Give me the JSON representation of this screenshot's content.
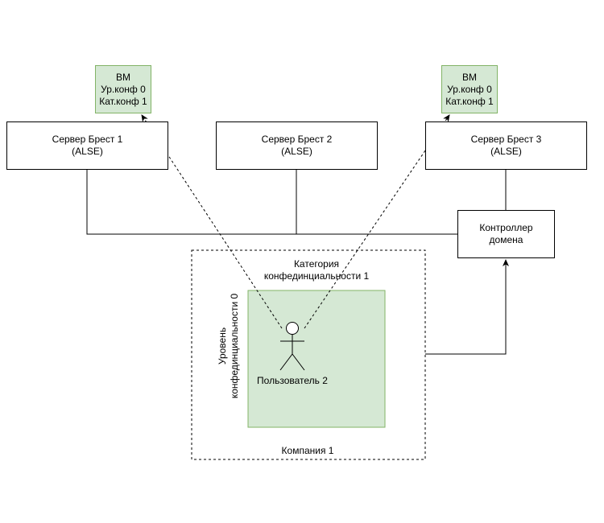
{
  "vms": [
    {
      "line1": "ВМ",
      "line2": "Ур.конф 0",
      "line3": "Кат.конф 1"
    },
    {
      "line1": "ВМ",
      "line2": "Ур.конф 0",
      "line3": "Кат.конф 1"
    }
  ],
  "servers": [
    {
      "name": "Сервер Брест 1",
      "os": "(ALSE)"
    },
    {
      "name": "Сервер Брест 2",
      "os": "(ALSE)"
    },
    {
      "name": "Сервер Брест 3",
      "os": "(ALSE)"
    }
  ],
  "controller": {
    "line1": "Контроллер",
    "line2": "домена"
  },
  "company": {
    "label": "Компания 1"
  },
  "category": {
    "line1": "Категория",
    "line2": "конфединциальности 1"
  },
  "level": {
    "line1": "Уровень",
    "line2": "конфединциальности 0"
  },
  "user": {
    "label": "Пользователь 2"
  },
  "colors": {
    "vm_fill": "#d5e8d4",
    "vm_stroke": "#82b366"
  }
}
